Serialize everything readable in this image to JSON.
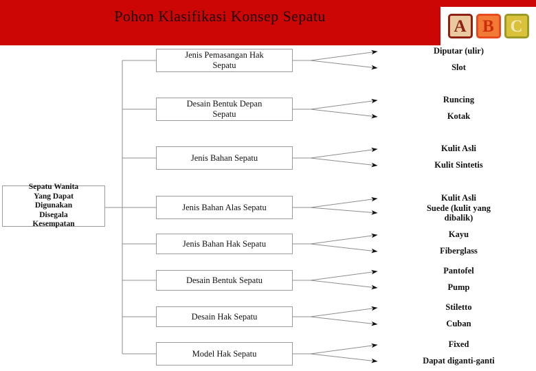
{
  "header": {
    "title": "Pohon Klasifikasi Konsep Sepatu",
    "bar_color": "#cc0505",
    "title_color": "#1a0404",
    "logo": {
      "name": "abc-blocks-logo",
      "blocks": [
        {
          "letter": "A",
          "face_color": "#e8c9a0",
          "border_color": "#8e2114",
          "text_color": "#8e2114"
        },
        {
          "letter": "B",
          "face_color": "#f07a36",
          "border_color": "#e8491d",
          "text_color": "#cf2d0a"
        },
        {
          "letter": "C",
          "face_color": "#d9c23a",
          "border_color": "#9a9a25",
          "text_color": "#efe7b4"
        }
      ]
    }
  },
  "diagram": {
    "type": "tree",
    "root": {
      "label": "Sepatu Wanita Yang Dapat Digunakan Disegala Kesempatan",
      "lines": [
        "Sepatu Wanita",
        "Yang Dapat",
        "Digunakan",
        "Disegala",
        "Kesempatan"
      ]
    },
    "branches": [
      {
        "label": "Jenis Pemasangan Hak Sepatu",
        "lines": [
          "Jenis Pemasangan Hak",
          "Sepatu"
        ],
        "leaves": [
          {
            "label": "Diputar (ulir)",
            "lines": [
              "Diputar (ulir)"
            ]
          },
          {
            "label": "Slot",
            "lines": [
              "Slot"
            ]
          }
        ]
      },
      {
        "label": "Desain Bentuk Depan Sepatu",
        "lines": [
          "Desain Bentuk Depan",
          "Sepatu"
        ],
        "leaves": [
          {
            "label": "Runcing",
            "lines": [
              "Runcing"
            ]
          },
          {
            "label": "Kotak",
            "lines": [
              "Kotak"
            ]
          }
        ]
      },
      {
        "label": "Jenis Bahan Sepatu",
        "lines": [
          "Jenis Bahan Sepatu"
        ],
        "leaves": [
          {
            "label": "Kulit Asli",
            "lines": [
              "Kulit Asli"
            ]
          },
          {
            "label": "Kulit Sintetis",
            "lines": [
              "Kulit Sintetis"
            ]
          }
        ]
      },
      {
        "label": "Jenis Bahan Alas Sepatu",
        "lines": [
          "Jenis Bahan Alas Sepatu"
        ],
        "leaves": [
          {
            "label": "Kulit Asli",
            "lines": [
              "Kulit Asli"
            ]
          },
          {
            "label": "Suede (kulit yang dibalik)",
            "lines": [
              "Suede (kulit yang",
              "dibalik)"
            ]
          }
        ]
      },
      {
        "label": "Jenis Bahan Hak Sepatu",
        "lines": [
          "Jenis Bahan Hak Sepatu"
        ],
        "leaves": [
          {
            "label": "Kayu",
            "lines": [
              "Kayu"
            ]
          },
          {
            "label": "Fiberglass",
            "lines": [
              "Fiberglass"
            ]
          }
        ]
      },
      {
        "label": "Desain Bentuk Sepatu",
        "lines": [
          "Desain Bentuk Sepatu"
        ],
        "leaves": [
          {
            "label": "Pantofel",
            "lines": [
              "Pantofel"
            ]
          },
          {
            "label": "Pump",
            "lines": [
              "Pump"
            ]
          }
        ]
      },
      {
        "label": "Desain Hak Sepatu",
        "lines": [
          "Desain Hak Sepatu"
        ],
        "leaves": [
          {
            "label": "Stiletto",
            "lines": [
              "Stiletto"
            ]
          },
          {
            "label": "Cuban",
            "lines": [
              "Cuban"
            ]
          }
        ]
      },
      {
        "label": "Model Hak Sepatu",
        "lines": [
          "Model Hak Sepatu"
        ],
        "leaves": [
          {
            "label": "Fixed",
            "lines": [
              "Fixed"
            ]
          },
          {
            "label": "Dapat diganti-ganti",
            "lines": [
              "Dapat diganti-ganti"
            ]
          }
        ]
      }
    ],
    "line_color": "#8c8c8c",
    "arrow_color": "#111111",
    "box_border_color": "#9a9a9a"
  }
}
